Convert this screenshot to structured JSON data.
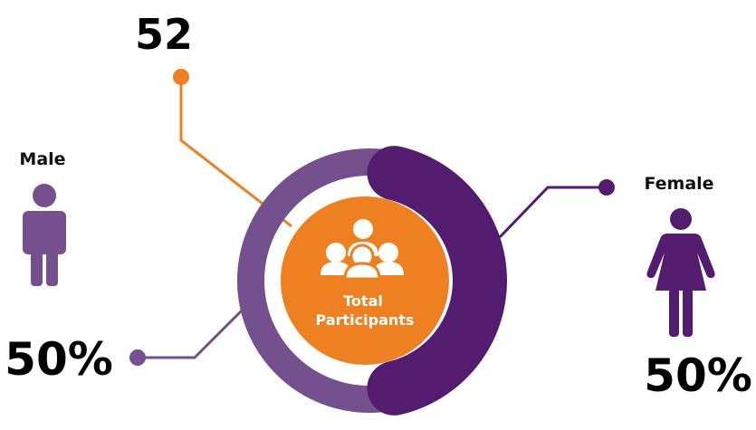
{
  "chart_data": {
    "type": "pie",
    "style": "donut",
    "title": "Total Participants",
    "total": 52,
    "categories": [
      "Male",
      "Female"
    ],
    "values": [
      50,
      50
    ],
    "value_labels": [
      "50%",
      "50%"
    ],
    "colors": [
      "#74518E",
      "#531C6F"
    ]
  },
  "center": {
    "line1": "Total",
    "line2": "Participants",
    "total_label": "52",
    "color": "#EE8022"
  },
  "icons": {
    "group": "group-people-icon",
    "male": "male-person-icon",
    "female": "female-person-icon"
  }
}
